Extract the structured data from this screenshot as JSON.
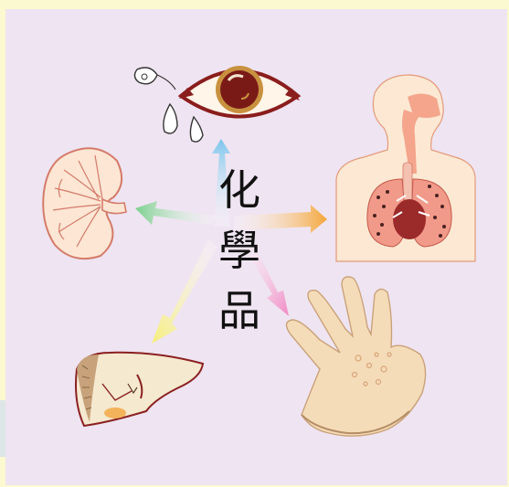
{
  "center_title": [
    "化",
    "學",
    "品"
  ],
  "colors": {
    "background": "#efe4f1",
    "border": "#fbf9cf",
    "arrow_up": "#7cc4ec",
    "arrow_right": "#f4a63a",
    "arrow_left": "#7bcf8e",
    "arrow_down_right": "#f08ac4",
    "arrow_down_left": "#f5ee7a"
  },
  "icons": [
    "eye-tears-icon",
    "respiratory-system-icon",
    "kidney-icon",
    "liver-icon",
    "hand-rash-icon"
  ]
}
